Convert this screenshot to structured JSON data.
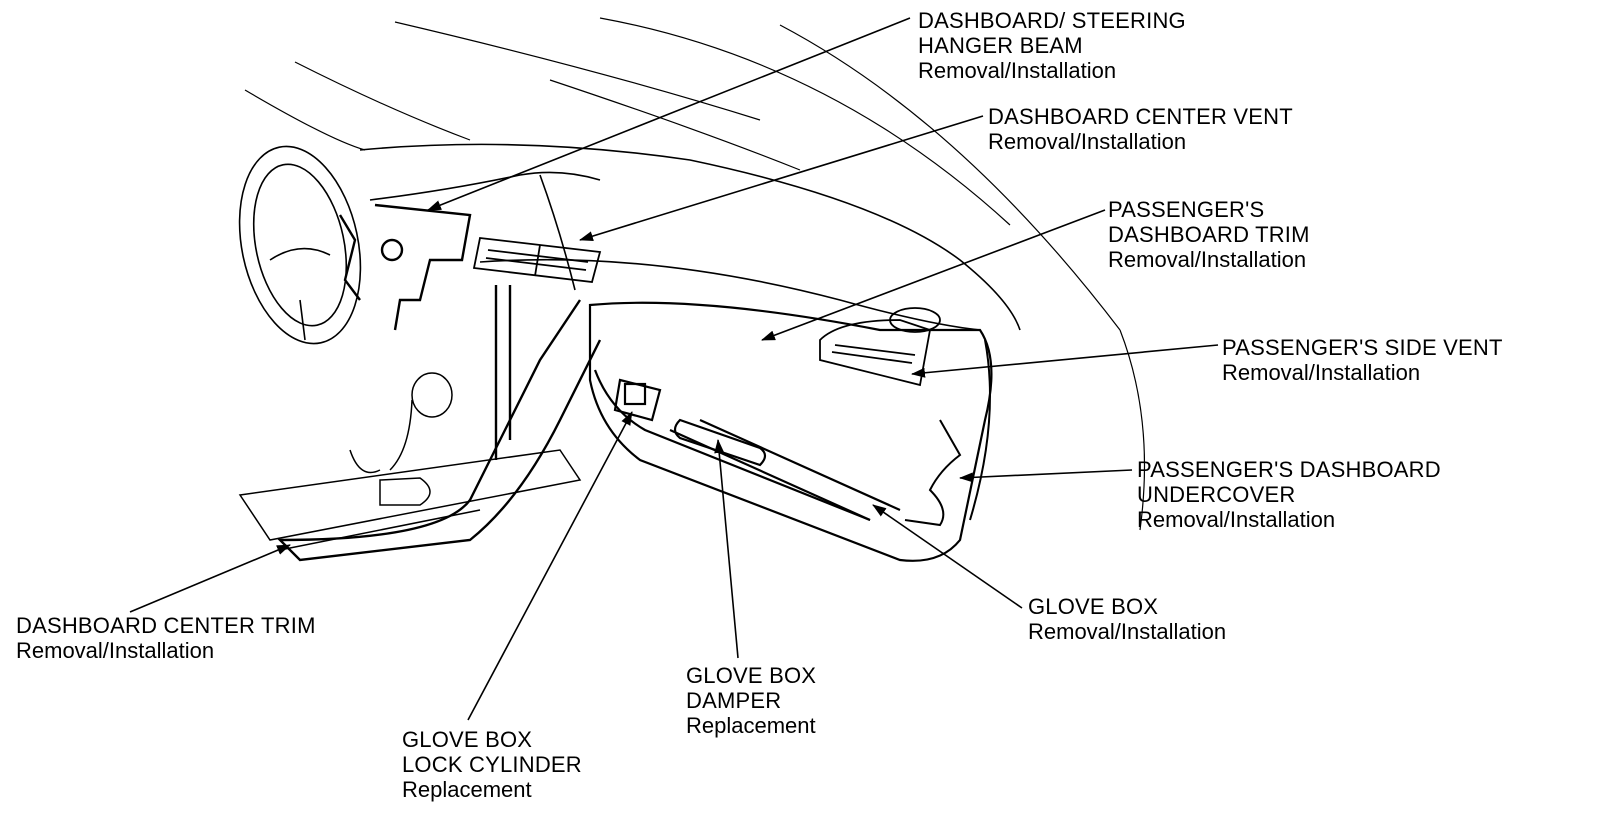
{
  "callouts": [
    {
      "id": "beam",
      "title": [
        "DASHBOARD/ STEERING",
        "HANGER BEAM"
      ],
      "sub": "Removal/Installation"
    },
    {
      "id": "center-vent",
      "title": [
        "DASHBOARD CENTER VENT"
      ],
      "sub": "Removal/Installation"
    },
    {
      "id": "pass-trim",
      "title": [
        "PASSENGER'S",
        "DASHBOARD TRIM"
      ],
      "sub": "Removal/Installation"
    },
    {
      "id": "side-vent",
      "title": [
        "PASSENGER'S SIDE VENT"
      ],
      "sub": "Removal/Installation"
    },
    {
      "id": "undercover",
      "title": [
        "PASSENGER'S DASHBOARD",
        "UNDERCOVER"
      ],
      "sub": "Removal/Installation"
    },
    {
      "id": "glove-box",
      "title": [
        "GLOVE BOX"
      ],
      "sub": "Removal/Installation"
    },
    {
      "id": "damper",
      "title": [
        "GLOVE BOX",
        "DAMPER"
      ],
      "sub": "Replacement"
    },
    {
      "id": "lock",
      "title": [
        "GLOVE BOX",
        "LOCK CYLINDER"
      ],
      "sub": "Replacement"
    },
    {
      "id": "center-trim",
      "title": [
        "DASHBOARD CENTER TRIM"
      ],
      "sub": "Removal/Installation"
    }
  ],
  "colors": {
    "ink": "#000000",
    "paper": "#ffffff"
  }
}
